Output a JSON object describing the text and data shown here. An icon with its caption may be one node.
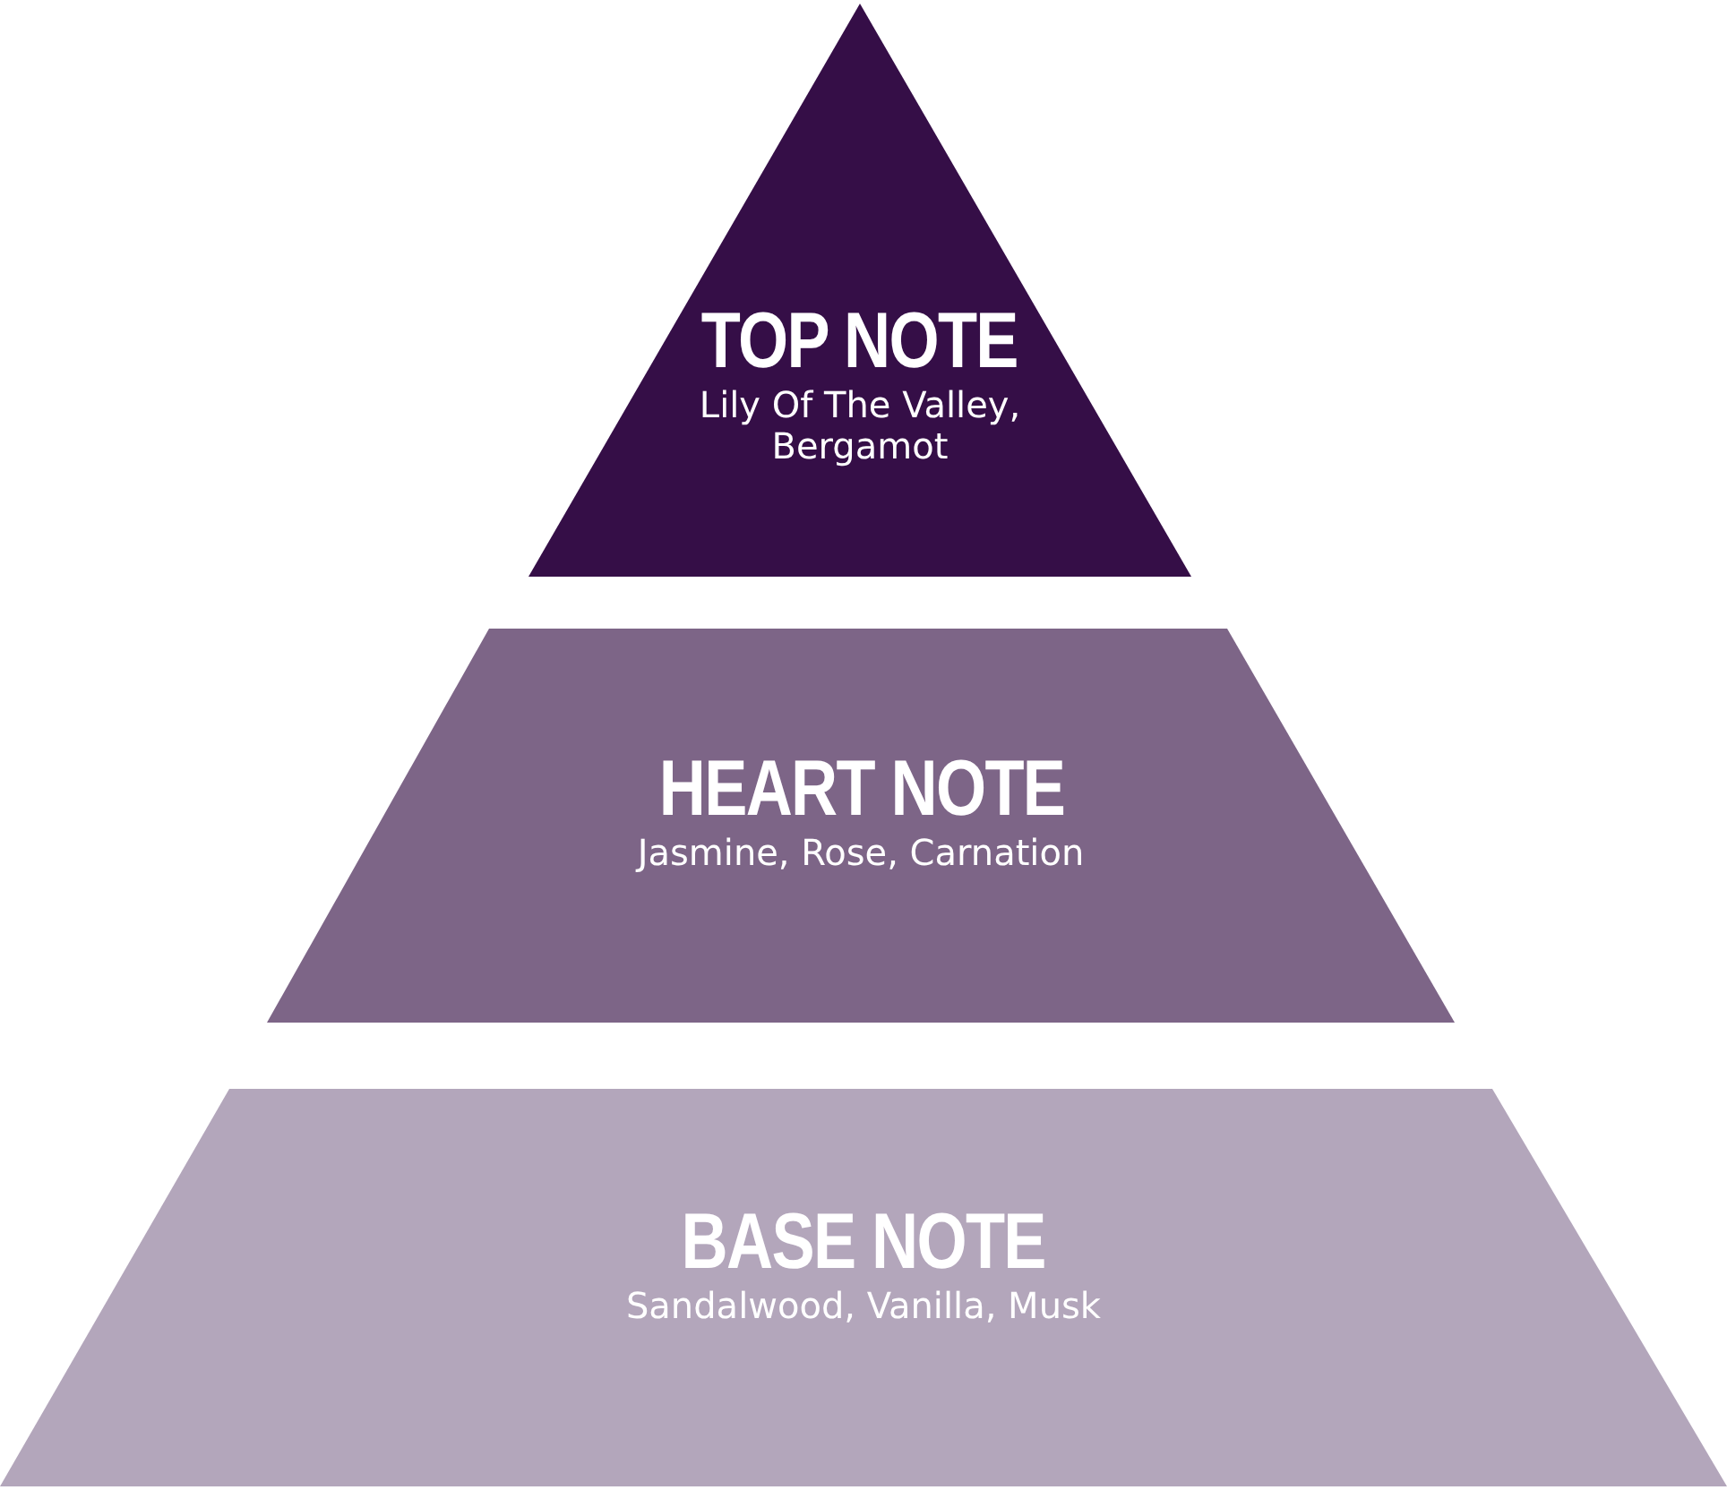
{
  "diagram": {
    "nodes": [
      {
        "text": [
          "TOP NOTE",
          "Lily Of The Valley, Bergamot"
        ]
      },
      {
        "text": [
          "HEART NOTE",
          "Jasmine, Rose, Carnation"
        ]
      },
      {
        "text": [
          "BASE NOTE",
          "Sandalwood, Vanilla, Musk"
        ]
      }
    ]
  }
}
